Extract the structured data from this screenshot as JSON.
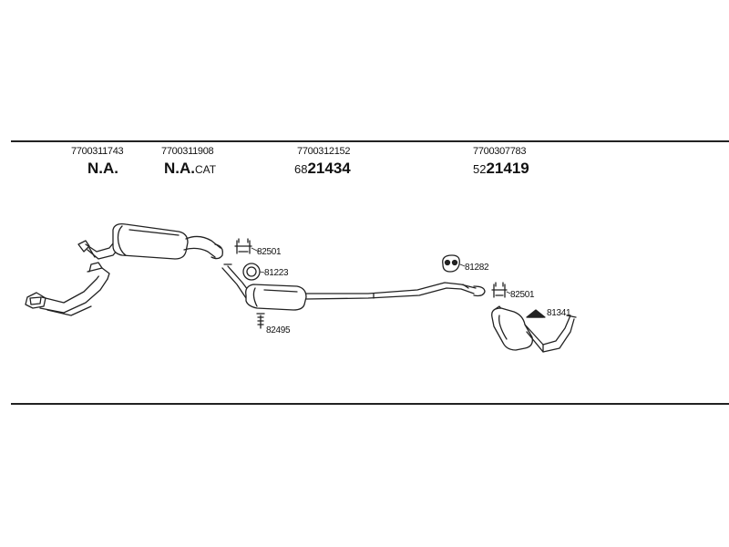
{
  "header": {
    "columns": [
      {
        "ref": "7700311743",
        "code_main": "N.A.",
        "code_suffix": ""
      },
      {
        "ref": "7700311908",
        "code_main": "N.A.",
        "code_suffix": "CAT"
      },
      {
        "ref": "7700312152",
        "code_prefix": "68",
        "code_main": "21434"
      },
      {
        "ref": "7700307783",
        "code_prefix": "52",
        "code_main": "21419"
      }
    ]
  },
  "parts": {
    "clamp_front": "82501",
    "ring": "81223",
    "bolt": "82495",
    "hanger": "81282",
    "clamp_rear": "82501",
    "bracket": "81341"
  }
}
